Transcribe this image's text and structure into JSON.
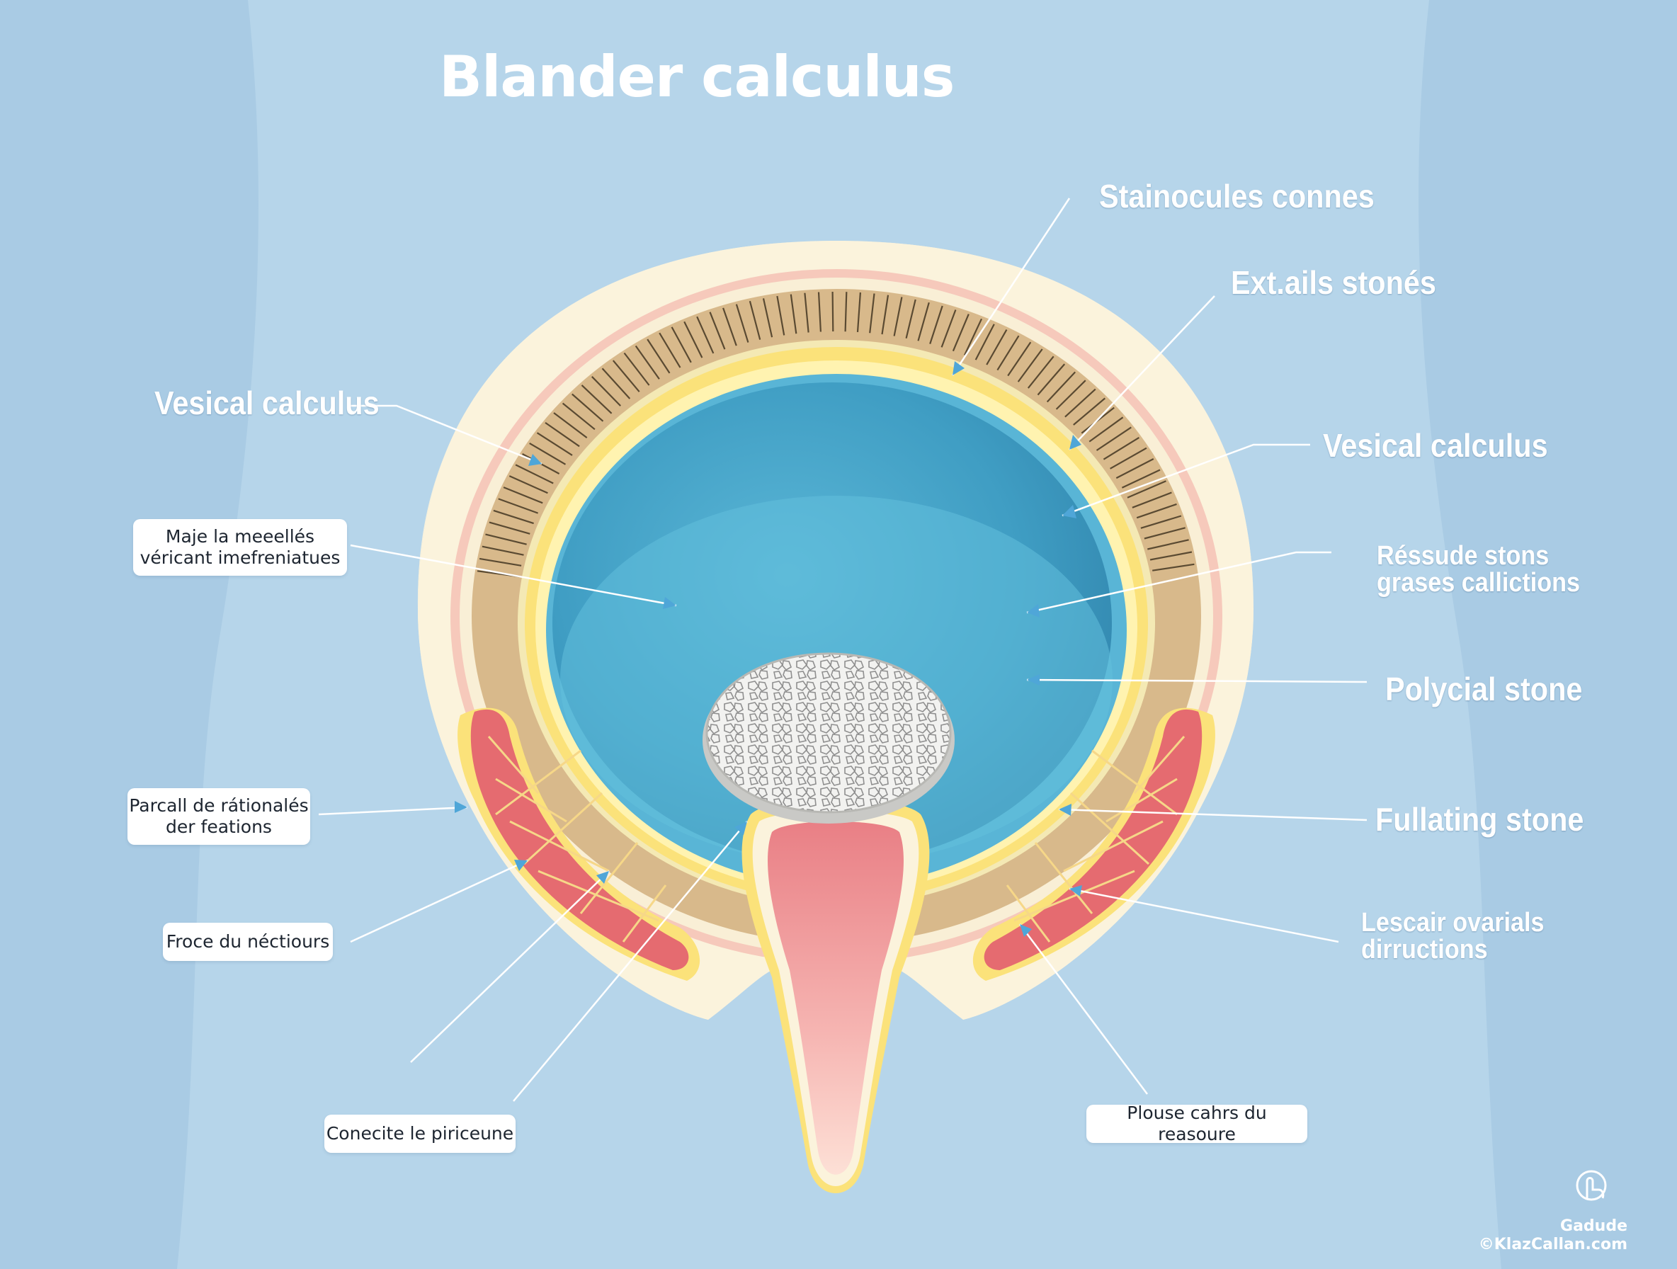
{
  "title": "Blander calculus",
  "right_labels": [
    {
      "line1": "Stainocules connes"
    },
    {
      "line1": "Ext.ails stonés"
    },
    {
      "line1": "Vesical calculus"
    },
    {
      "line1": "Réssude stons",
      "line2": "grases callictions"
    },
    {
      "line1": "Polycial stone"
    },
    {
      "line1": "Fullating stone"
    },
    {
      "line1": "Lescair ovarials",
      "line2": "dirructions"
    }
  ],
  "left_labels": {
    "vesical": "Vesical calculus"
  },
  "boxes": [
    {
      "line1": "Maje la meeellés",
      "line2": "véricant imefreniatues"
    },
    {
      "line1": "Parcall de rátionalés",
      "line2": "der feations"
    },
    {
      "line1": "Froce du néctiours"
    },
    {
      "line1": "Conecite le piriceune"
    },
    {
      "line1": "Plouse cahrs du reasoure"
    }
  ],
  "credit": {
    "line1": "Gadude",
    "line2": "©KlazCallan.com"
  },
  "colors": {
    "background": "#a9cbe4",
    "body_silhouette": "#b5d4ea",
    "bladder_lumen": "#4aa8cc",
    "outer_wall": "#fbf3dc",
    "muscle_layer": "#e8787a",
    "stone": "#f1f1ef",
    "urethra": "#f4a6a6",
    "arrow": "#ffffff"
  },
  "icons": [
    "hand-pointer-icon"
  ]
}
